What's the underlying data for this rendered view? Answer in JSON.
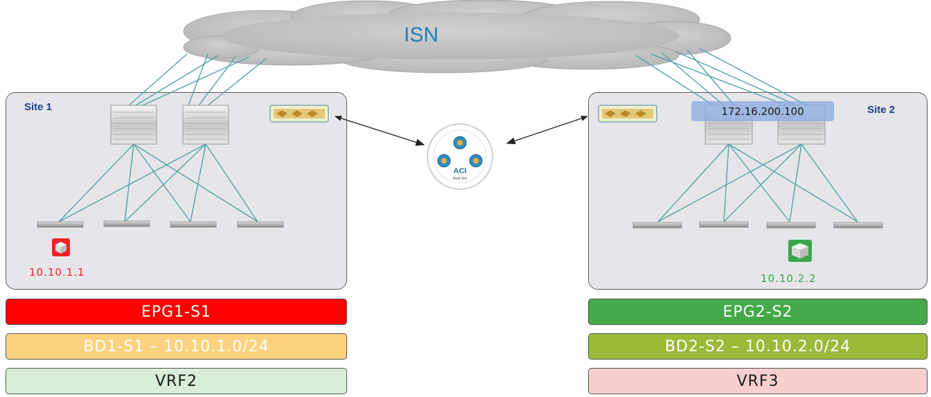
{
  "cloud": {
    "label": "ISN"
  },
  "site1": {
    "label": "Site 1",
    "endpoint_ip": "10.10.1.1",
    "endpoint_color": "#e8232a",
    "epg": {
      "text": "EPG1-S1",
      "bg": "#fe0000",
      "color": "#ffffff"
    },
    "bd": {
      "text": "BD1-S1 – 10.10.1.0/24",
      "bg": "#fdd27f",
      "color": "#ffffff"
    },
    "vrf": {
      "text": "VRF2",
      "bg": "#d9eed8",
      "color": "#1a1a1a"
    }
  },
  "site2": {
    "label": "Site 2",
    "spine_ip": "172.16.200.100",
    "endpoint_ip": "10.10.2.2",
    "endpoint_color": "#3aa64a",
    "epg": {
      "text": "EPG2-S2",
      "bg": "#45a94a",
      "color": "#ffffff"
    },
    "bd": {
      "text": "BD2-S2 – 10.10.2.0/24",
      "bg": "#9bba3a",
      "color": "#ffffff"
    },
    "vrf": {
      "text": "VRF3",
      "bg": "#f7cfcf",
      "color": "#1a1a1a"
    }
  },
  "orchestrator": {
    "name": "ACI",
    "sub": "Multi-Site"
  },
  "colors": {
    "link": "#4fa3a6",
    "box_border": "#5a5a5a",
    "cloud": "#c4c4c4"
  }
}
